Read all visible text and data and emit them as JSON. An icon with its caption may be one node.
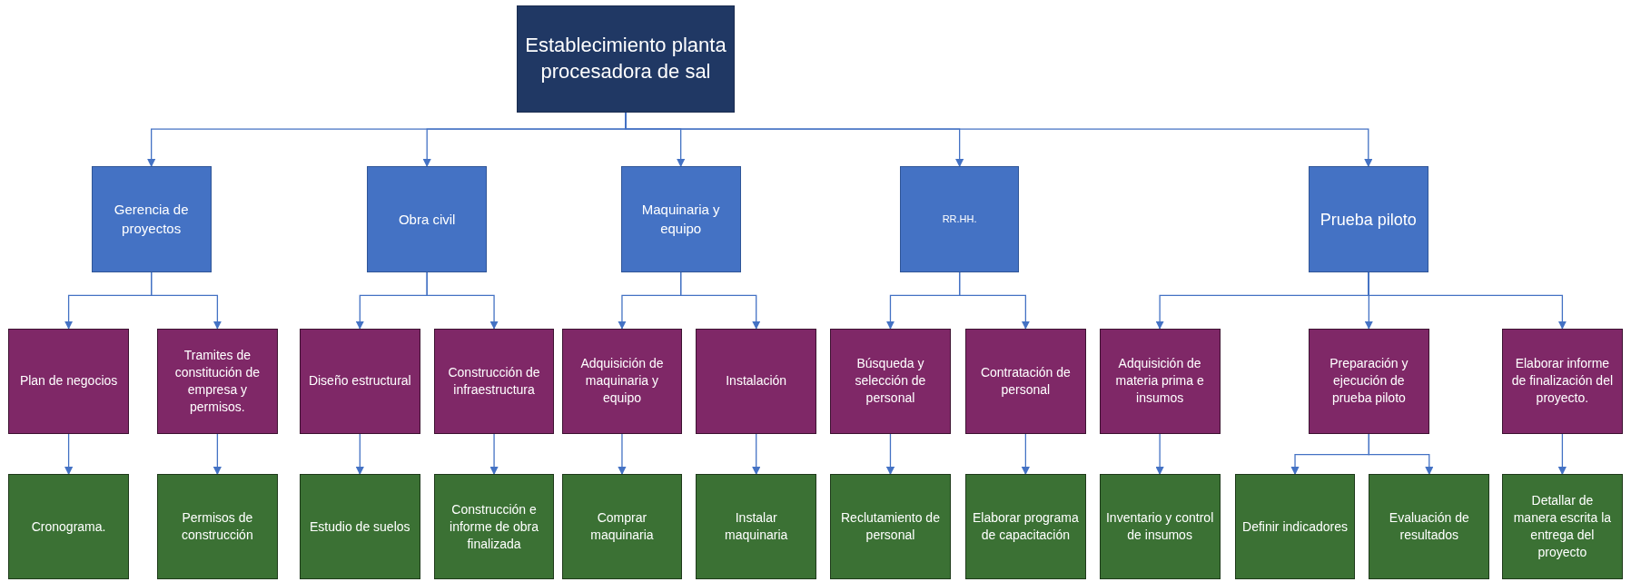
{
  "diagram": {
    "nodes": [
      {
        "text": [
          "Establecimiento planta procesadora de sal"
        ]
      },
      {
        "text": [
          "Gerencia de proyectos"
        ]
      },
      {
        "text": [
          "Obra civil"
        ]
      },
      {
        "text": [
          "Maquinaria y equipo"
        ]
      },
      {
        "text": [
          "RR.HH."
        ]
      },
      {
        "text": [
          "Prueba piloto"
        ]
      },
      {
        "text": [
          "Plan de negocios"
        ]
      },
      {
        "text": [
          "Tramites de constitución de empresa y permisos."
        ]
      },
      {
        "text": [
          "Diseño estructural"
        ]
      },
      {
        "text": [
          "Construcción de infraestructura"
        ]
      },
      {
        "text": [
          "Adquisición de maquinaria y equipo"
        ]
      },
      {
        "text": [
          "Instalación"
        ]
      },
      {
        "text": [
          "Búsqueda y selección de personal"
        ]
      },
      {
        "text": [
          "Contratación de personal"
        ]
      },
      {
        "text": [
          "Adquisición de materia prima e insumos"
        ]
      },
      {
        "text": [
          "Preparación y ejecución de prueba piloto"
        ]
      },
      {
        "text": [
          "Elaborar informe de finalización del proyecto."
        ]
      },
      {
        "text": [
          "Cronograma."
        ]
      },
      {
        "text": [
          "Permisos de construcción"
        ]
      },
      {
        "text": [
          "Estudio de suelos"
        ]
      },
      {
        "text": [
          "Construcción e informe de obra finalizada"
        ]
      },
      {
        "text": [
          "Comprar maquinaria"
        ]
      },
      {
        "text": [
          "Instalar maquinaria"
        ]
      },
      {
        "text": [
          "Reclutamiento de personal"
        ]
      },
      {
        "text": [
          "Elaborar programa de capacitación"
        ]
      },
      {
        "text": [
          "Inventario y control de insumos"
        ]
      },
      {
        "text": [
          "Definir indicadores"
        ]
      },
      {
        "text": [
          "Evaluación de resultados"
        ]
      },
      {
        "text": [
          "Detallar de manera escrita la entrega del proyecto"
        ]
      }
    ],
    "edges": [
      {
        "from": 0,
        "to": 1,
        "arrow": "to"
      },
      {
        "from": 0,
        "to": 2,
        "arrow": "to"
      },
      {
        "from": 0,
        "to": 3,
        "arrow": "to"
      },
      {
        "from": 0,
        "to": 4,
        "arrow": "to"
      },
      {
        "from": 0,
        "to": 5,
        "arrow": "to"
      },
      {
        "from": 1,
        "to": 6,
        "arrow": "to"
      },
      {
        "from": 1,
        "to": 7,
        "arrow": "to"
      },
      {
        "from": 2,
        "to": 8,
        "arrow": "to"
      },
      {
        "from": 2,
        "to": 9,
        "arrow": "to"
      },
      {
        "from": 3,
        "to": 10,
        "arrow": "to"
      },
      {
        "from": 3,
        "to": 11,
        "arrow": "to"
      },
      {
        "from": 4,
        "to": 12,
        "arrow": "to"
      },
      {
        "from": 4,
        "to": 13,
        "arrow": "to"
      },
      {
        "from": 5,
        "to": 14,
        "arrow": "to"
      },
      {
        "from": 5,
        "to": 15,
        "arrow": "to"
      },
      {
        "from": 5,
        "to": 16,
        "arrow": "to"
      },
      {
        "from": 6,
        "to": 17,
        "arrow": "to"
      },
      {
        "from": 7,
        "to": 18,
        "arrow": "to"
      },
      {
        "from": 8,
        "to": 19,
        "arrow": "to"
      },
      {
        "from": 9,
        "to": 20,
        "arrow": "to"
      },
      {
        "from": 10,
        "to": 21,
        "arrow": "to"
      },
      {
        "from": 11,
        "to": 22,
        "arrow": "to"
      },
      {
        "from": 12,
        "to": 23,
        "arrow": "to"
      },
      {
        "from": 13,
        "to": 24,
        "arrow": "to"
      },
      {
        "from": 14,
        "to": 25,
        "arrow": "to"
      },
      {
        "from": 15,
        "to": 26,
        "arrow": "to"
      },
      {
        "from": 15,
        "to": 27,
        "arrow": "to"
      },
      {
        "from": 16,
        "to": 28,
        "arrow": "to"
      }
    ]
  }
}
